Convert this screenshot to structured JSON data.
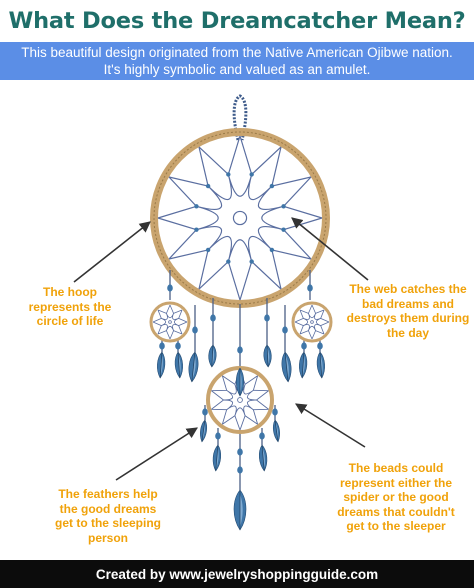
{
  "header": {
    "title": "What Does the Dreamcatcher Mean?",
    "subtitle": "This beautiful design originated from the Native American Ojibwe nation. It's highly symbolic and valued as an amulet."
  },
  "annotations": {
    "hoop": "The hoop represents the circle of life",
    "web": "The web catches the bad dreams and destroys them during the day",
    "feathers": "The feathers help the good dreams get to the sleeping person",
    "beads": "The beads could represent either the spider or the good dreams that couldn't get to the sleeper"
  },
  "footer": {
    "credit": "Created by www.jewelryshoppingguide.com"
  },
  "colors": {
    "title": "#1f6f6a",
    "banner": "#5b8ee6",
    "annotation": "#f0a20a",
    "hoop": "#c9a46e",
    "web": "#5a6ea0",
    "feather": "#3f76a8",
    "footer": "#0c0c0c"
  }
}
